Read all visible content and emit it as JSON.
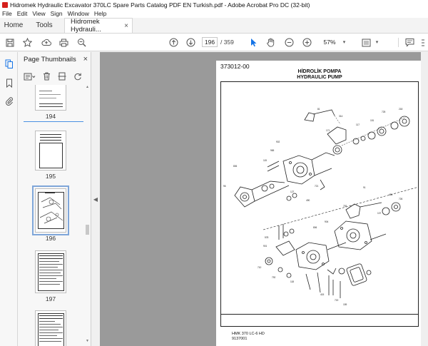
{
  "window": {
    "title": "Hidromek Hydraulic Excavator 370LC  Spare Parts Catalog PDF EN Turkish.pdf - Adobe Acrobat Pro DC (32-bit)"
  },
  "menu": [
    "File",
    "Edit",
    "View",
    "Sign",
    "Window",
    "Help"
  ],
  "tabs": {
    "home": "Home",
    "tools": "Tools",
    "document": "Hidromek Hydrauli...",
    "close": "×"
  },
  "toolbar": {
    "current_page": "196",
    "page_total": "/ 359",
    "zoom": "57%"
  },
  "thumbnail_panel": {
    "title": "Page Thumbnails",
    "close": "×",
    "pages": [
      "194",
      "195",
      "196",
      "197"
    ]
  },
  "document": {
    "code": "373012-00",
    "title_tr": "HİDROLİK POMPA",
    "title_en": "HYDRAULIC PUMP",
    "footer_model": "HMK 370 LC-6 HD",
    "footer_code": "9137001"
  },
  "icons": {
    "save": "save-icon",
    "bookmark": "star-icon",
    "upload": "cloud-upload-icon",
    "print": "print-icon",
    "search": "zoom-search-icon",
    "prev": "arrow-up-circle-icon",
    "next": "arrow-down-circle-icon",
    "select": "cursor-arrow-icon",
    "hand": "hand-icon",
    "zoom_out": "minus-circle-icon",
    "zoom_in": "plus-circle-icon",
    "fit": "fit-page-icon",
    "comment": "comment-icon",
    "more": "more-icon"
  },
  "colors": {
    "accent": "#1473e6",
    "acrobat_red": "#d5201c",
    "doc_background": "#9a9a9a"
  }
}
